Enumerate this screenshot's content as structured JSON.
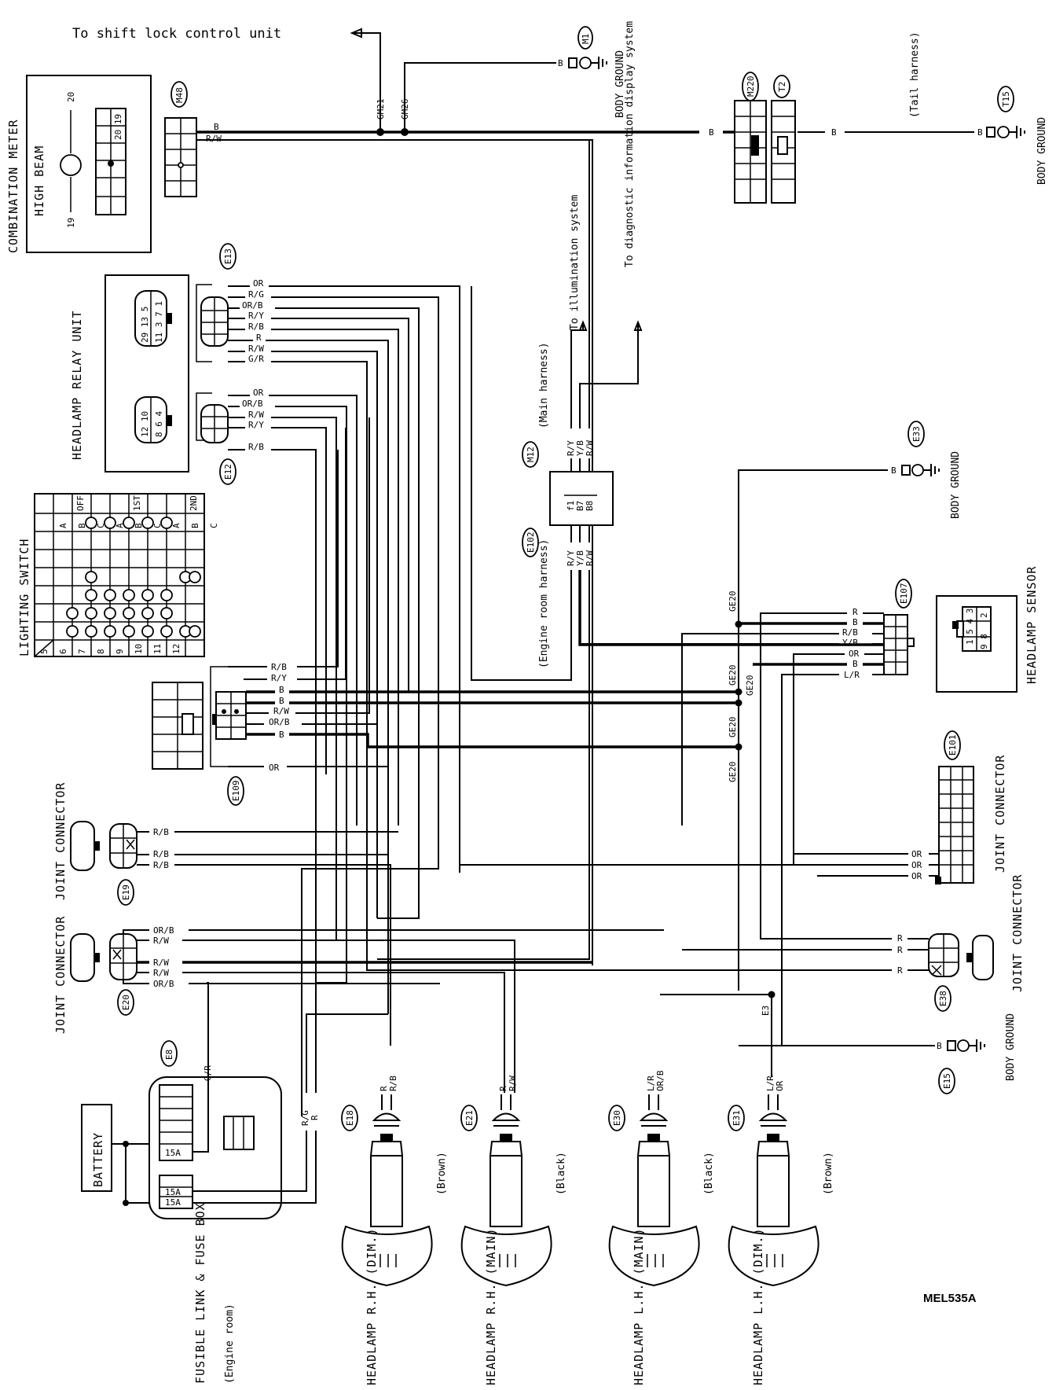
{
  "shift_lock_label": "To shift lock control unit",
  "combination_meter": {
    "title": "COMBINATION METER",
    "high_beam": "HIGH BEAM",
    "pin_a": "19",
    "pin_b": "20",
    "pins_text": "20 19"
  },
  "headlamp_relay": {
    "title": "HEADLAMP RELAY UNIT",
    "conn1_pins": "29 13 5",
    "conn1_pins2": "11 3 7 1",
    "conn2_pins": "12 10",
    "conn2_pins2": "8 6 4"
  },
  "lighting_switch": {
    "title": "LIGHTING SWITCH",
    "headers": [
      "OFF",
      "1ST",
      "2ND"
    ],
    "subheaders": [
      "A",
      "B",
      "C",
      "A",
      "B",
      "C",
      "A",
      "B",
      "C"
    ],
    "rows": [
      "5",
      "6",
      "7",
      "8",
      "9",
      "10",
      "11",
      "12"
    ]
  },
  "harness_labels": {
    "main": "(Main harness)",
    "engine_room": "(Engine room harness)",
    "tail": "(Tail harness)",
    "illumination": "To illumination system",
    "diagnostic": "To diagnostic information display system"
  },
  "connectors": {
    "M1": "M1",
    "M48": "M48",
    "M220": "M220",
    "T2": "T2",
    "T15": "T15",
    "E13": "E13",
    "E12": "E12",
    "M12": "M12",
    "E102": "E102",
    "E33": "E33",
    "E107": "E107",
    "E109": "E109",
    "E101": "E101",
    "E19": "E19",
    "E20": "E20",
    "E38": "E38",
    "E15": "E15",
    "E8": "E8",
    "E18": "E18",
    "E21": "E21",
    "E30": "E30",
    "E31": "E31"
  },
  "ground_label": "BODY GROUND",
  "junctions": {
    "gm21": "GM21",
    "gm26": "GM26",
    "ge20": "GE20",
    "e3": "E3"
  },
  "m12_pins": {
    "p1": "f1",
    "p2": "B7",
    "p3": "B8"
  },
  "headlamp_sensor": {
    "title": "HEADLAMP SENSOR",
    "pins_top": "2",
    "pins_mid": "1 5 4 3",
    "pins_bot": "9 8"
  },
  "joint_connector": "JOINT CONNECTOR",
  "battery": "BATTERY",
  "fuse_box": {
    "title": "FUSIBLE LINK & FUSE BOX",
    "sub": "(Engine room)",
    "fuse1": "15A",
    "fuse2": "15A",
    "fuse3": "15A"
  },
  "headlamps": [
    {
      "title": "HEADLAMP R.H. (DIM.)",
      "color": "(Brown)"
    },
    {
      "title": "HEADLAMP R.H. (MAIN)",
      "color": "(Black)"
    },
    {
      "title": "HEADLAMP L.H. (MAIN)",
      "color": "(Black)"
    },
    {
      "title": "HEADLAMP L.H. (DIM.)",
      "color": "(Brown)"
    }
  ],
  "figure_code": "MEL535A",
  "wire_colors": {
    "B": "B",
    "RW": "R/W",
    "OR": "OR",
    "RG": "R/G",
    "ORB": "OR/B",
    "RY": "R/Y",
    "RB": "R/B",
    "R": "R",
    "GR": "G/R",
    "YB": "Y/B",
    "LR": "L/R"
  }
}
